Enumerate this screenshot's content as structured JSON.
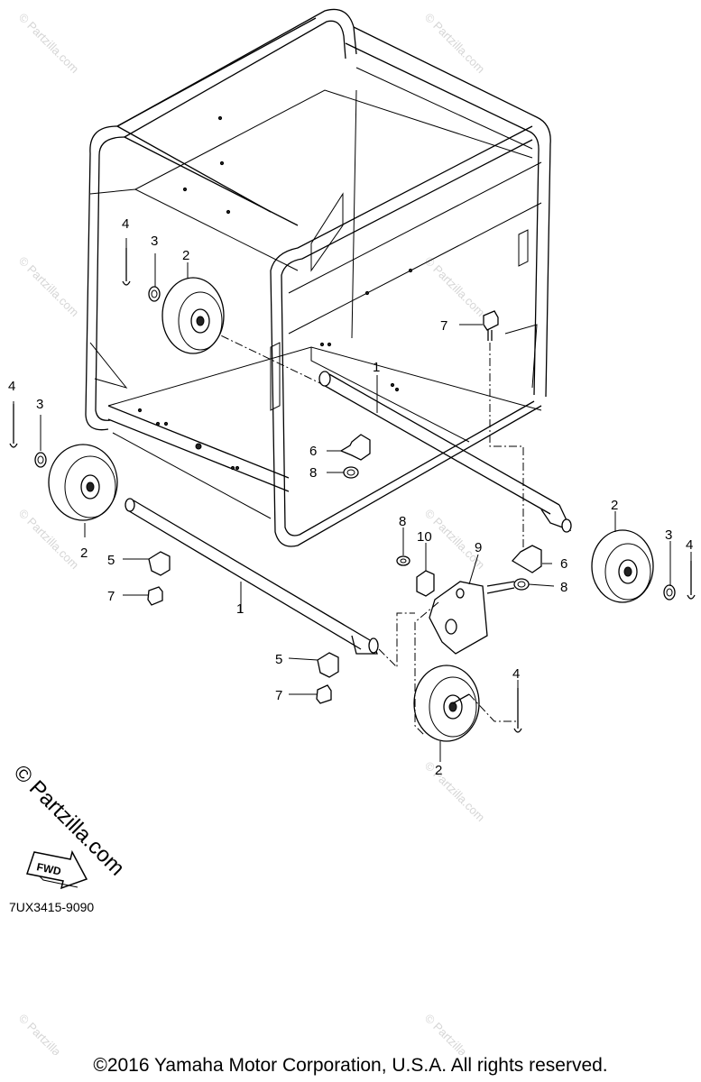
{
  "diagram": {
    "code": "7UX3415-9090",
    "fwd_label": "FWD",
    "brand_watermark": "© Partzilla.com",
    "watermark": "© Partzilla.com",
    "callouts": [
      "1",
      "1",
      "2",
      "2",
      "2",
      "2",
      "3",
      "3",
      "3",
      "4",
      "4",
      "4",
      "4",
      "5",
      "5",
      "6",
      "6",
      "7",
      "7",
      "7",
      "8",
      "8",
      "8",
      "9",
      "10"
    ]
  },
  "footer": {
    "copyright": "©2016 Yamaha Motor Corporation, U.S.A. All rights reserved."
  }
}
